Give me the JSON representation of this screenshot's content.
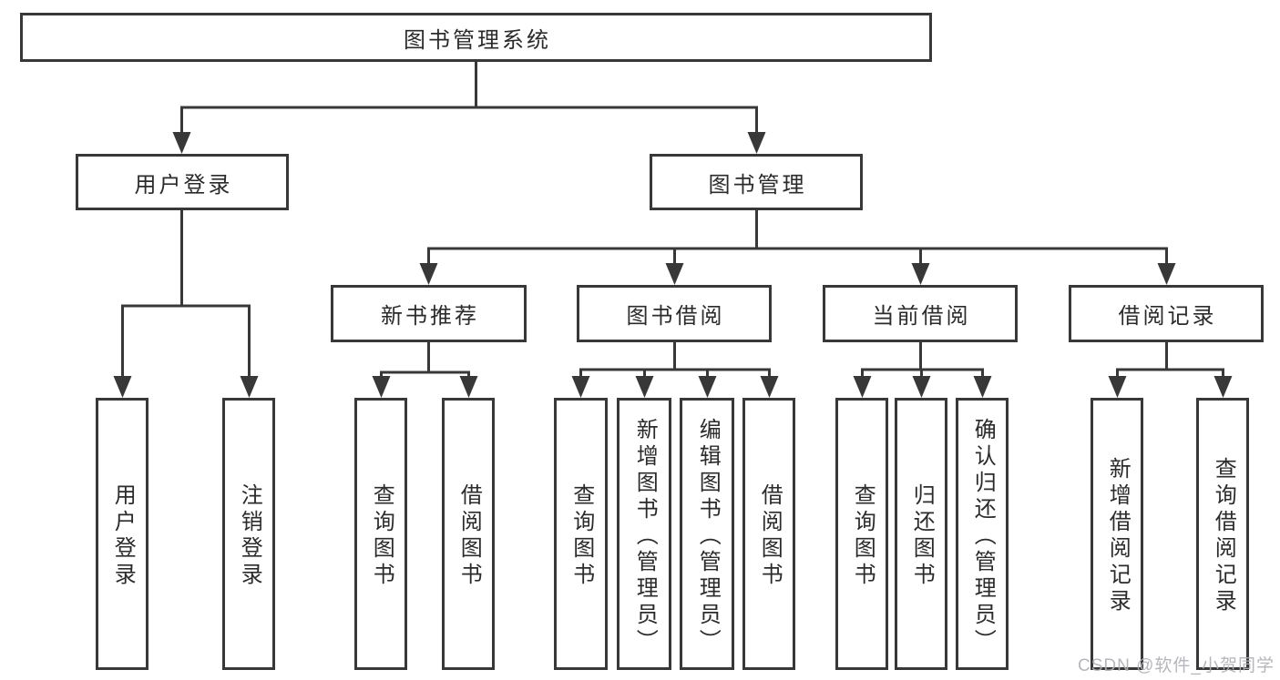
{
  "tree": {
    "root": {
      "label": "图书管理系统",
      "children": [
        {
          "label": "用户登录",
          "children": [
            {
              "label": "用户登录"
            },
            {
              "label": "注销登录"
            }
          ]
        },
        {
          "label": "图书管理",
          "children": [
            {
              "label": "新书推荐",
              "children": [
                {
                  "label": "查询图书"
                },
                {
                  "label": "借阅图书"
                }
              ]
            },
            {
              "label": "图书借阅",
              "children": [
                {
                  "label": "查询图书"
                },
                {
                  "label": "新增图书（管理员）"
                },
                {
                  "label": "编辑图书（管理员）"
                },
                {
                  "label": "借阅图书"
                }
              ]
            },
            {
              "label": "当前借阅",
              "children": [
                {
                  "label": "查询图书"
                },
                {
                  "label": "归还图书"
                },
                {
                  "label": "确认归还（管理员）"
                }
              ]
            },
            {
              "label": "借阅记录",
              "children": [
                {
                  "label": "新增借阅记录"
                },
                {
                  "label": "查询借阅记录"
                }
              ]
            }
          ]
        }
      ]
    }
  },
  "watermark": {
    "text": "CSDN @软件_小贺同学"
  },
  "colors": {
    "line": "#383838",
    "box_border": "#383838",
    "text": "#2b2b2b",
    "watermark": "#b0b0b6",
    "background": "#ffffff"
  }
}
